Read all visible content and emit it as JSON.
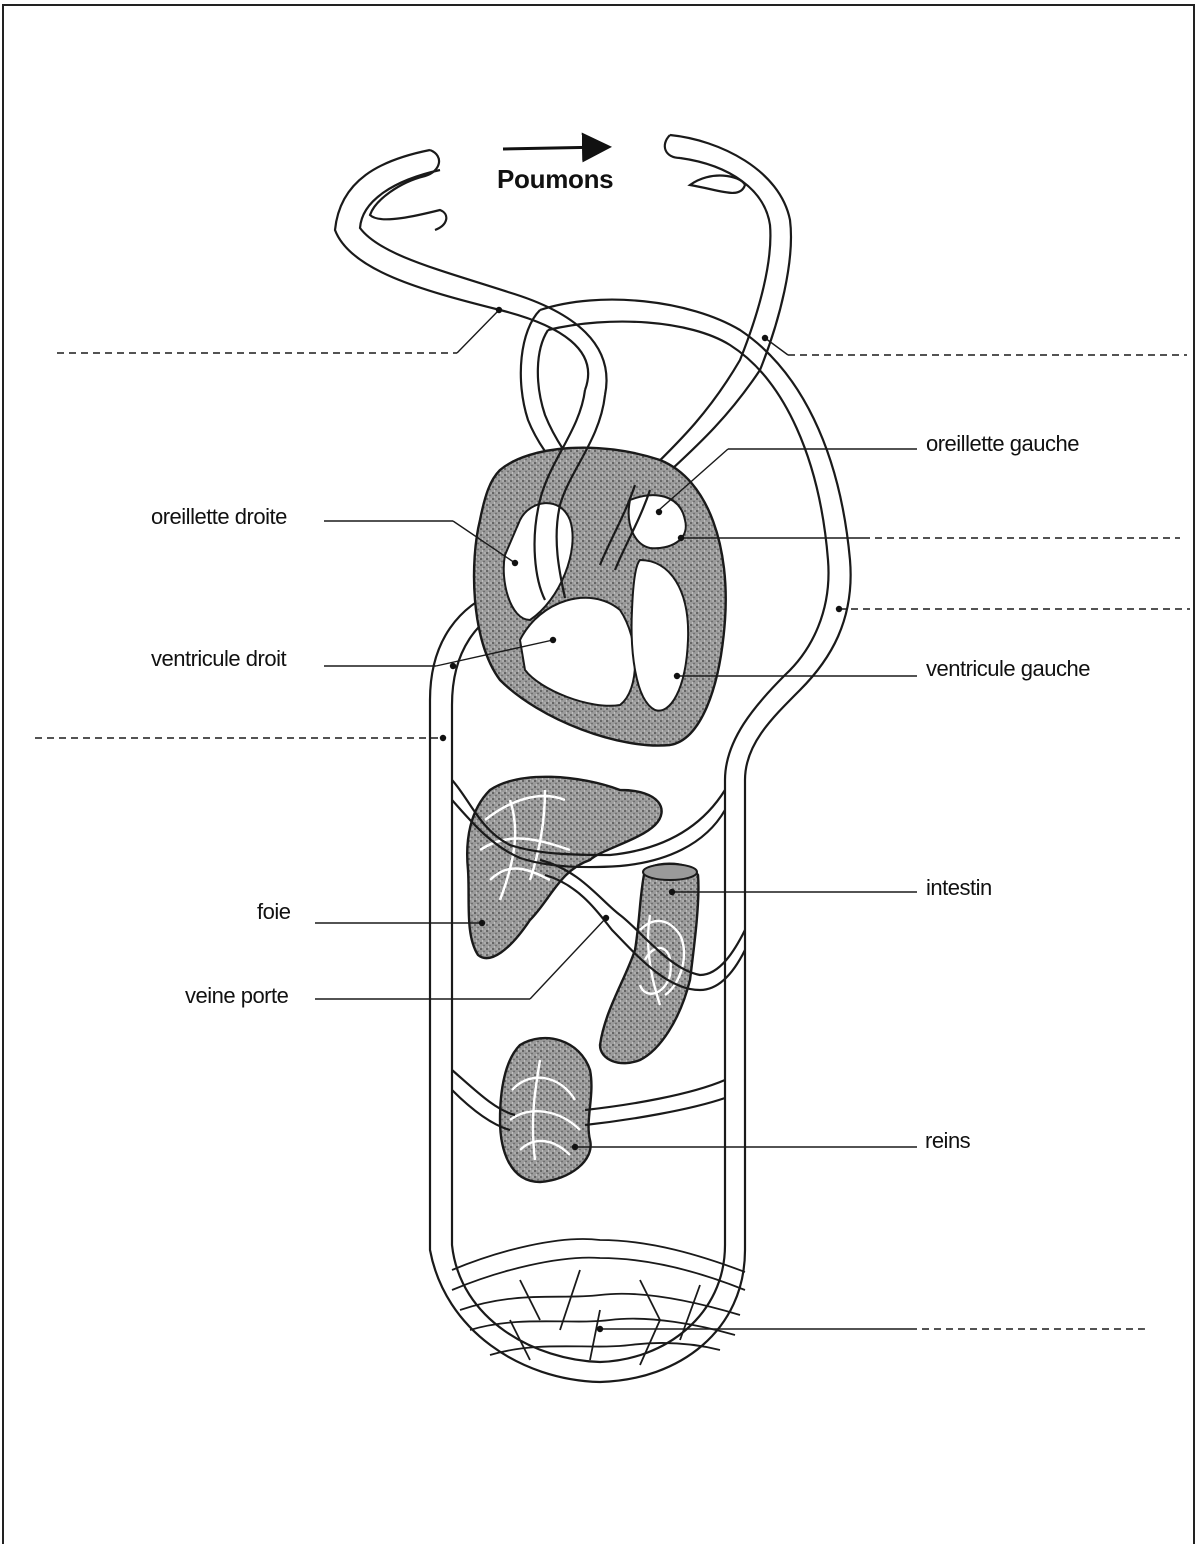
{
  "title": "Poumons",
  "labels": {
    "oreillette_gauche": "oreillette gauche",
    "oreillette_droite": "oreillette droite",
    "ventricule_droit": "ventricule droit",
    "ventricule_gauche": "ventricule gauche",
    "intestin": "intestin",
    "foie": "foie",
    "veine_porte": "veine porte",
    "reins": "reins"
  },
  "colors": {
    "ink": "#1a1a1a",
    "organ_fill": "#8a8a8a",
    "dark_fill": "#6e6e6e"
  }
}
